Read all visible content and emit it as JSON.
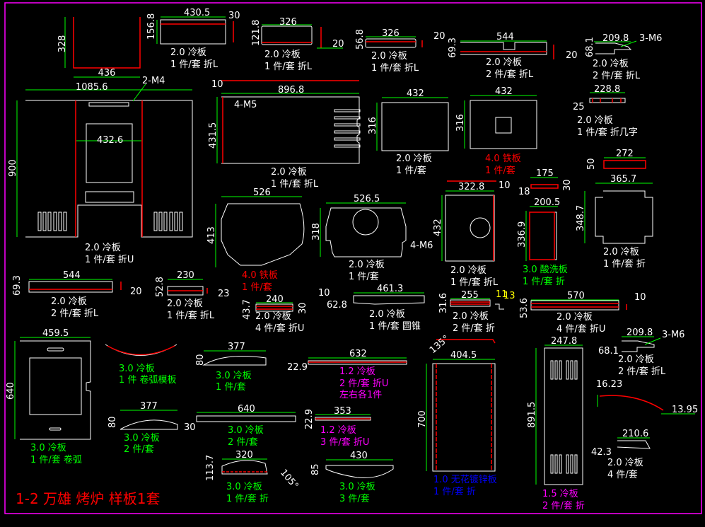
{
  "title": "1-2  万雄 烤炉 样板1套",
  "colors": {
    "background": "#000000",
    "outline": "#ffffff",
    "bend": "#ff0000",
    "dimension": "#00ff00",
    "border": "#ff00ff"
  },
  "parts": [
    {
      "id": "p1",
      "dims": [
        "328",
        "436"
      ],
      "notes": []
    },
    {
      "id": "p2",
      "dims": [
        "430.5",
        "156.8",
        "30"
      ],
      "notes": [
        "2.0  冷板",
        "1 件/套 折L"
      ],
      "color": "white"
    },
    {
      "id": "p3",
      "dims": [
        "326",
        "121.8",
        "20"
      ],
      "notes": [
        "2.0  冷板",
        "1 件/套 折L"
      ],
      "color": "white"
    },
    {
      "id": "p4",
      "dims": [
        "326",
        "56.8",
        "20"
      ],
      "notes": [
        "2.0  冷板",
        "1 件/套 折L"
      ],
      "color": "white"
    },
    {
      "id": "p5",
      "dims": [
        "544",
        "69.3",
        "20"
      ],
      "notes": [
        "2.0  冷板",
        "2 件/套 折L"
      ],
      "color": "white"
    },
    {
      "id": "p6",
      "dims": [
        "209.8",
        "68.1"
      ],
      "callout": "3-M6",
      "notes": [
        "2.0  冷板",
        "2 件/套 折L"
      ],
      "color": "white"
    },
    {
      "id": "p7",
      "dims": [
        "1085.6",
        "900",
        "432.6"
      ],
      "callout": "2-M4",
      "notes": [
        "2.0  冷板",
        "1 件/套 折U"
      ],
      "color": "white"
    },
    {
      "id": "p8",
      "dims": [
        "896.8",
        "431.5",
        "10"
      ],
      "callout": "4-M5",
      "notes": [
        "2.0  冷板",
        "1 件/套 折L"
      ],
      "color": "white"
    },
    {
      "id": "p9",
      "dims": [
        "432",
        "316"
      ],
      "notes": [
        "2.0  冷板",
        "1 件/套"
      ],
      "color": "white"
    },
    {
      "id": "p10",
      "dims": [
        "432",
        "316"
      ],
      "notes": [
        "4.0  铁板",
        "1 件/套"
      ],
      "color": "red"
    },
    {
      "id": "p11",
      "dims": [
        "228.8",
        "25"
      ],
      "notes": [
        "2.0  冷板",
        "1 件/套 折几字"
      ],
      "color": "white"
    },
    {
      "id": "p12",
      "dims": [
        "272",
        "50"
      ],
      "notes": []
    },
    {
      "id": "p13",
      "dims": [
        "526",
        "413"
      ],
      "notes": [
        "4.0  铁板",
        "1 件/套"
      ],
      "color": "red"
    },
    {
      "id": "p14",
      "dims": [
        "526.5",
        "318"
      ],
      "callout": "4-M6",
      "notes": [
        "2.0  冷板",
        "1 件/套"
      ],
      "color": "white"
    },
    {
      "id": "p15",
      "dims": [
        "322.8",
        "432",
        "10"
      ],
      "notes": [
        "2.0  冷板",
        "1 件/套 折L"
      ],
      "color": "white"
    },
    {
      "id": "p16",
      "dims": [
        "175",
        "18",
        "30"
      ],
      "notes": []
    },
    {
      "id": "p17",
      "dims": [
        "200.5",
        "336.9"
      ],
      "notes": [
        "3.0  酸洗板",
        "1 件/套 折"
      ],
      "color": "green"
    },
    {
      "id": "p18",
      "dims": [
        "365.7",
        "348.7"
      ],
      "notes": [
        "2.0  冷板",
        "1 件/套 折"
      ],
      "color": "white"
    },
    {
      "id": "p19",
      "dims": [
        "544",
        "69.3",
        "20"
      ],
      "notes": [
        "2.0  冷板",
        "2 件/套 折L"
      ],
      "color": "white"
    },
    {
      "id": "p20",
      "dims": [
        "230",
        "52.8",
        "23"
      ],
      "notes": [
        "2.0  冷板",
        "1 件/套 折L"
      ],
      "color": "white"
    },
    {
      "id": "p21",
      "dims": [
        "240",
        "43.7",
        "10",
        "30"
      ],
      "notes": [
        "2.0  冷板",
        "4 件/套 折U"
      ],
      "color": "white"
    },
    {
      "id": "p22",
      "dims": [
        "461.3",
        "62.8"
      ],
      "notes": [
        "2.0  冷板",
        "1 件/套 圆锥"
      ],
      "color": "white"
    },
    {
      "id": "p23",
      "dims": [
        "255",
        "31.6",
        "11",
        "13"
      ],
      "notes": [
        "2.0  冷板",
        "2 件/套 折"
      ],
      "color": "white"
    },
    {
      "id": "p24",
      "dims": [
        "570",
        "53.6",
        "10"
      ],
      "notes": [
        "2.0  冷板",
        "4 件/套 折U"
      ],
      "color": "white"
    },
    {
      "id": "p25",
      "dims": [
        "209.8",
        "68.1"
      ],
      "callout": "3-M6",
      "notes": [
        "2.0  冷板",
        "2 件/套 折L"
      ],
      "color": "white"
    },
    {
      "id": "p26",
      "dims": [
        "459.5",
        "640"
      ],
      "notes": [
        "3.0  冷板",
        "1 件/套 卷弧"
      ],
      "color": "green"
    },
    {
      "id": "p27",
      "dims": [],
      "notes": [
        "3.0  冷板",
        "1 件 卷弧模板"
      ],
      "color": "green"
    },
    {
      "id": "p28",
      "dims": [
        "377",
        "80"
      ],
      "notes": [
        "3.0  冷板",
        "1 件/套"
      ],
      "color": "green"
    },
    {
      "id": "p29",
      "dims": [
        "632",
        "22.9"
      ],
      "notes": [
        "1.2  冷板",
        "2 件/套 折U",
        "左右各1件"
      ],
      "color": "magenta"
    },
    {
      "id": "p30",
      "dims": [
        "377",
        "80"
      ],
      "notes": [
        "3.0  冷板",
        "2 件/套"
      ],
      "color": "green"
    },
    {
      "id": "p31",
      "dims": [
        "640",
        "30"
      ],
      "notes": [
        "3.0  冷板",
        "2 件/套"
      ],
      "color": "green"
    },
    {
      "id": "p32",
      "dims": [
        "353",
        "22.9"
      ],
      "notes": [
        "1.2  冷板",
        "3 件/套 折U"
      ],
      "color": "magenta"
    },
    {
      "id": "p33",
      "dims": [
        "404.5",
        "700",
        "135°"
      ],
      "notes": [
        "1.0  无花镀锌板",
        "1 件/套 折"
      ],
      "color": "blue"
    },
    {
      "id": "p34",
      "dims": [
        "247.8",
        "891.5"
      ],
      "notes": [
        "1.5  冷板",
        "2 件/套 折"
      ],
      "color": "magenta"
    },
    {
      "id": "p35",
      "dims": [
        "16.23",
        "13.95"
      ],
      "notes": []
    },
    {
      "id": "p36",
      "dims": [
        "210.6",
        "42.3"
      ],
      "notes": [
        "2.0  冷板",
        "4 件/套"
      ],
      "color": "white"
    },
    {
      "id": "p37",
      "dims": [
        "320",
        "113.7",
        "105°"
      ],
      "notes": [
        "3.0  冷板",
        "1 件/套 折"
      ],
      "color": "green"
    },
    {
      "id": "p38",
      "dims": [
        "430",
        "85"
      ],
      "notes": [
        "3.0  冷板",
        "3 件/套"
      ],
      "color": "green"
    }
  ]
}
